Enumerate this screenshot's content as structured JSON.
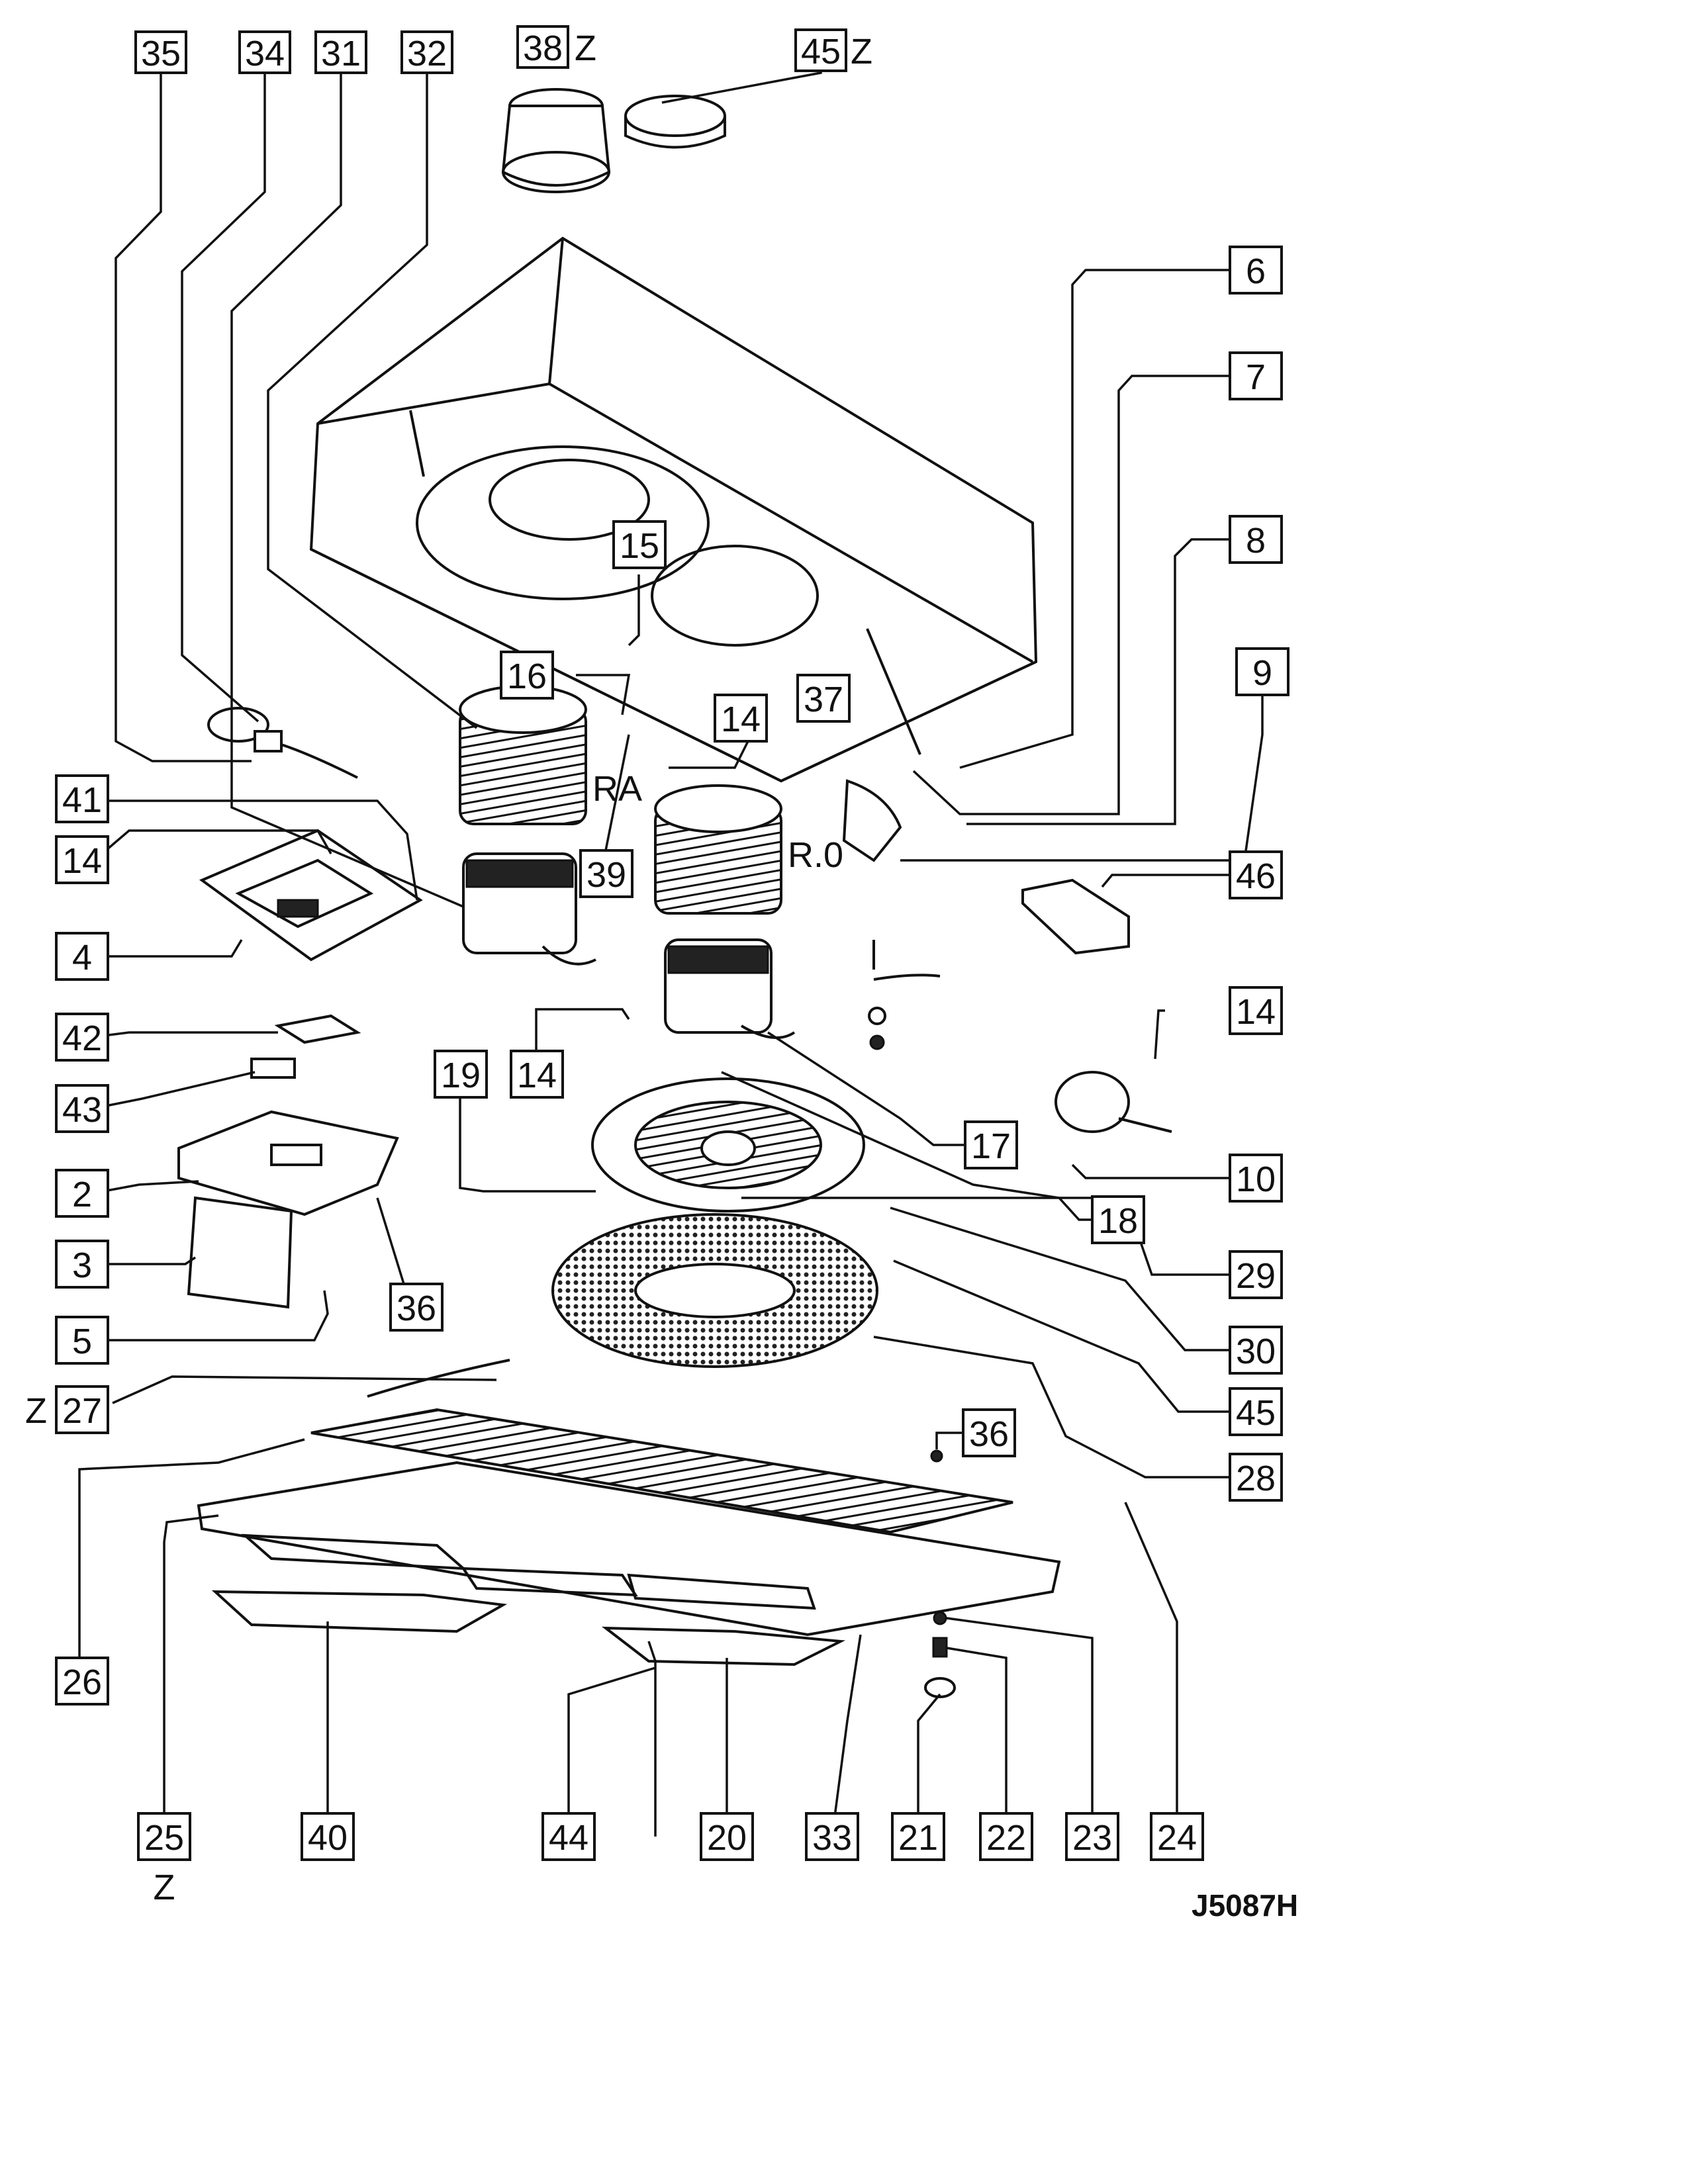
{
  "diagram": {
    "code": "J5087H",
    "part_labels": {
      "p35": "35",
      "p34": "34",
      "p31": "31",
      "p32": "32",
      "p38": "38",
      "p45top": "45",
      "p6": "6",
      "p7": "7",
      "p8": "8",
      "p9": "9",
      "p15": "15",
      "p16": "16",
      "p14a": "14",
      "p37": "37",
      "p41": "41",
      "p14b": "14",
      "p4": "4",
      "p39": "39",
      "p46": "46",
      "p14c": "14",
      "p42": "42",
      "p43": "43",
      "p19": "19",
      "p14d": "14",
      "p17": "17",
      "p10": "10",
      "p2": "2",
      "p18": "18",
      "p3": "3",
      "p36a": "36",
      "p29": "29",
      "p5": "5",
      "p30": "30",
      "p45": "45",
      "p27": "27",
      "p28": "28",
      "p36b": "36",
      "p26": "26",
      "p25": "25",
      "p40": "40",
      "p44": "44",
      "p20": "20",
      "p33": "33",
      "p21": "21",
      "p22": "22",
      "p23": "23",
      "p24": "24"
    },
    "marks": {
      "z38": "Z",
      "z45": "Z",
      "z27": "Z",
      "z25": "Z",
      "ra": "RA",
      "ro": "R.0"
    }
  }
}
